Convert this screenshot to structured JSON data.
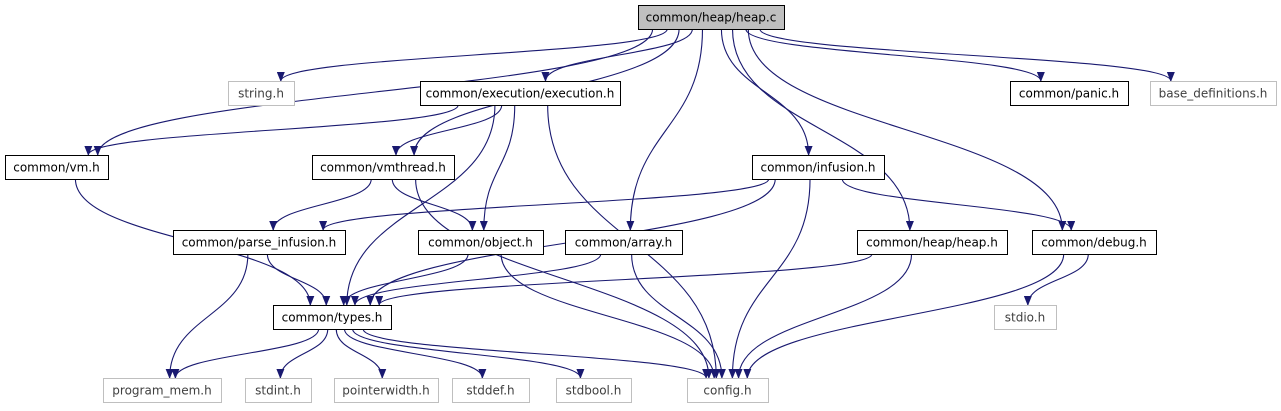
{
  "colors": {
    "edge": "#191970",
    "node_border_resolved": "#000000",
    "node_border_external": "#bfbfbf",
    "root_fill": "#bfbfbf",
    "node_fill": "#ffffff",
    "text_resolved": "#000000",
    "text_external": "#3f3f3f"
  },
  "nodes": [
    {
      "id": "heap_c",
      "label": "common/heap/heap.c",
      "kind": "root"
    },
    {
      "id": "string_h",
      "label": "string.h",
      "kind": "external"
    },
    {
      "id": "execution_h",
      "label": "common/execution/execution.h",
      "kind": "resolved"
    },
    {
      "id": "panic_h",
      "label": "common/panic.h",
      "kind": "resolved"
    },
    {
      "id": "base_def_h",
      "label": "base_definitions.h",
      "kind": "external"
    },
    {
      "id": "vm_h",
      "label": "common/vm.h",
      "kind": "resolved"
    },
    {
      "id": "vmthread_h",
      "label": "common/vmthread.h",
      "kind": "resolved"
    },
    {
      "id": "infusion_h",
      "label": "common/infusion.h",
      "kind": "resolved"
    },
    {
      "id": "parse_infusion_h",
      "label": "common/parse_infusion.h",
      "kind": "resolved"
    },
    {
      "id": "object_h",
      "label": "common/object.h",
      "kind": "resolved"
    },
    {
      "id": "array_h",
      "label": "common/array.h",
      "kind": "resolved"
    },
    {
      "id": "heap_h",
      "label": "common/heap/heap.h",
      "kind": "resolved"
    },
    {
      "id": "debug_h",
      "label": "common/debug.h",
      "kind": "resolved"
    },
    {
      "id": "stdio_h",
      "label": "stdio.h",
      "kind": "external"
    },
    {
      "id": "types_h",
      "label": "common/types.h",
      "kind": "resolved"
    },
    {
      "id": "program_mem_h",
      "label": "program_mem.h",
      "kind": "external"
    },
    {
      "id": "stdint_h",
      "label": "stdint.h",
      "kind": "external"
    },
    {
      "id": "pointerwidth_h",
      "label": "pointerwidth.h",
      "kind": "external"
    },
    {
      "id": "stddef_h",
      "label": "stddef.h",
      "kind": "external"
    },
    {
      "id": "stdbool_h",
      "label": "stdbool.h",
      "kind": "external"
    },
    {
      "id": "config_h",
      "label": "config.h",
      "kind": "external"
    }
  ],
  "edges": [
    {
      "from": "heap_c",
      "to": "string_h"
    },
    {
      "from": "heap_c",
      "to": "execution_h"
    },
    {
      "from": "heap_c",
      "to": "vm_h"
    },
    {
      "from": "heap_c",
      "to": "vmthread_h"
    },
    {
      "from": "heap_c",
      "to": "array_h"
    },
    {
      "from": "heap_c",
      "to": "infusion_h"
    },
    {
      "from": "heap_c",
      "to": "heap_h"
    },
    {
      "from": "heap_c",
      "to": "debug_h"
    },
    {
      "from": "heap_c",
      "to": "panic_h"
    },
    {
      "from": "heap_c",
      "to": "base_def_h"
    },
    {
      "from": "execution_h",
      "to": "vm_h"
    },
    {
      "from": "execution_h",
      "to": "vmthread_h"
    },
    {
      "from": "execution_h",
      "to": "object_h"
    },
    {
      "from": "execution_h",
      "to": "types_h"
    },
    {
      "from": "execution_h",
      "to": "config_h"
    },
    {
      "from": "vm_h",
      "to": "types_h"
    },
    {
      "from": "vmthread_h",
      "to": "parse_infusion_h"
    },
    {
      "from": "vmthread_h",
      "to": "object_h"
    },
    {
      "from": "vmthread_h",
      "to": "config_h"
    },
    {
      "from": "infusion_h",
      "to": "parse_infusion_h"
    },
    {
      "from": "infusion_h",
      "to": "types_h"
    },
    {
      "from": "infusion_h",
      "to": "config_h"
    },
    {
      "from": "infusion_h",
      "to": "debug_h"
    },
    {
      "from": "parse_infusion_h",
      "to": "types_h"
    },
    {
      "from": "parse_infusion_h",
      "to": "program_mem_h"
    },
    {
      "from": "object_h",
      "to": "types_h"
    },
    {
      "from": "object_h",
      "to": "config_h"
    },
    {
      "from": "array_h",
      "to": "types_h"
    },
    {
      "from": "array_h",
      "to": "config_h"
    },
    {
      "from": "heap_h",
      "to": "types_h"
    },
    {
      "from": "heap_h",
      "to": "config_h"
    },
    {
      "from": "debug_h",
      "to": "stdio_h"
    },
    {
      "from": "debug_h",
      "to": "config_h"
    },
    {
      "from": "types_h",
      "to": "program_mem_h"
    },
    {
      "from": "types_h",
      "to": "stdint_h"
    },
    {
      "from": "types_h",
      "to": "pointerwidth_h"
    },
    {
      "from": "types_h",
      "to": "stddef_h"
    },
    {
      "from": "types_h",
      "to": "stdbool_h"
    },
    {
      "from": "types_h",
      "to": "config_h"
    }
  ]
}
